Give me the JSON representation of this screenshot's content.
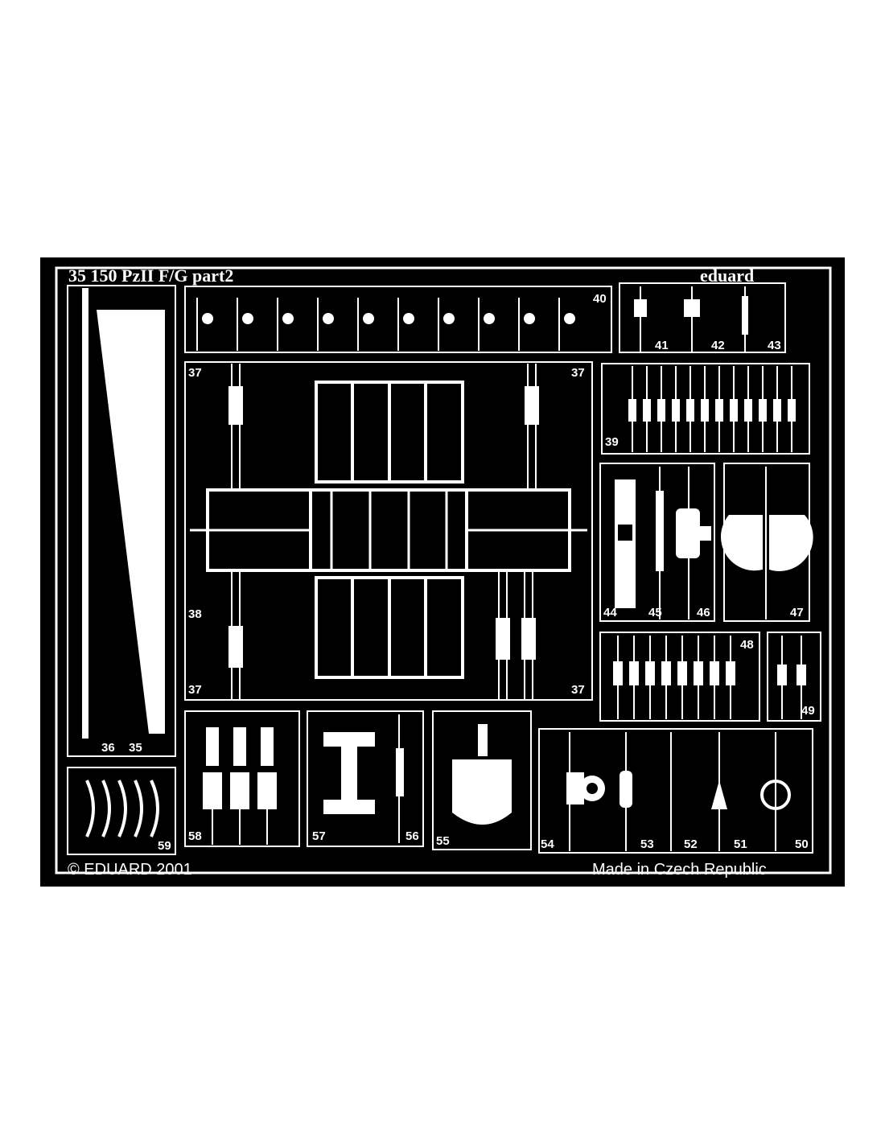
{
  "fret": {
    "title": "35 150  PzII F/G   part2",
    "brand": "eduard",
    "copyright": "© EDUARD 2001",
    "origin": "Made in Czech Republic"
  },
  "part_numbers": [
    "40",
    "41",
    "42",
    "43",
    "37",
    "37",
    "39",
    "38",
    "37",
    "37",
    "44",
    "45",
    "46",
    "47",
    "48",
    "49",
    "36",
    "35",
    "58",
    "57",
    "56",
    "55",
    "54",
    "53",
    "52",
    "51",
    "50",
    "59"
  ],
  "colors": {
    "fret": "#000000",
    "metal": "#ffffff",
    "background": "#ffffff"
  }
}
